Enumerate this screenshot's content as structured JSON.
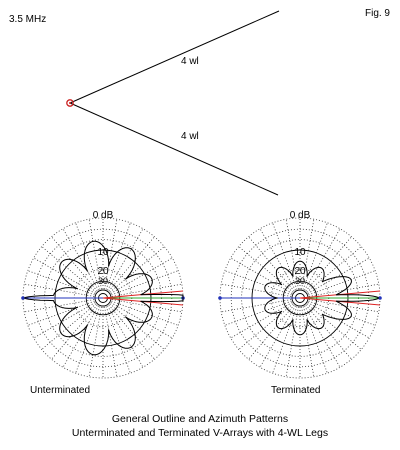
{
  "figure_label": "Fig. 9",
  "frequency": "3.5 MHz",
  "legs": {
    "upper_label": "4 wl",
    "lower_label": "4 wl"
  },
  "plots": {
    "left": {
      "caption": "Unterminated",
      "ring_labels": [
        "0 dB",
        "10",
        "20",
        "30"
      ]
    },
    "right": {
      "caption": "Terminated",
      "ring_labels": [
        "0 dB",
        "10",
        "20",
        "30"
      ]
    }
  },
  "caption": {
    "line1": "General Outline and Azimuth Patterns",
    "line2": "Unterminated and Terminated V-Arrays with 4-WL Legs"
  },
  "colors": {
    "feed_point": "#cc2222",
    "pattern": "#000000",
    "blue_line": "#2233bb",
    "red_line": "#dd2222",
    "green_line": "#33aa33",
    "grid": "#333333"
  }
}
